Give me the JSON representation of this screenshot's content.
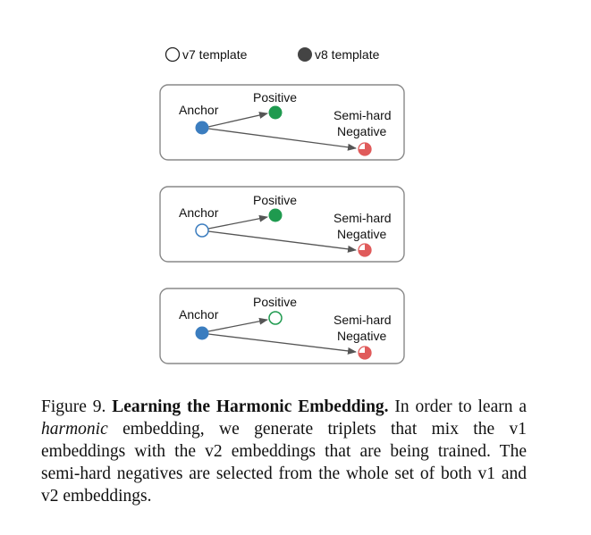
{
  "legend": {
    "v7_label": "v7 template",
    "v8_label": "v8 template"
  },
  "panels": [
    {
      "anchor": "Anchor",
      "anchor_style": "v8",
      "positive": "Positive",
      "positive_style": "v8",
      "negative_line1": "Semi-hard",
      "negative_line2": "Negative"
    },
    {
      "anchor": "Anchor",
      "anchor_style": "v7",
      "positive": "Positive",
      "positive_style": "v8",
      "negative_line1": "Semi-hard",
      "negative_line2": "Negative"
    },
    {
      "anchor": "Anchor",
      "anchor_style": "v8",
      "positive": "Positive",
      "positive_style": "v7",
      "negative_line1": "Semi-hard",
      "negative_line2": "Negative"
    }
  ],
  "colors": {
    "anchor_blue": "#3b7dbf",
    "positive_green": "#1f9a4f",
    "negative_red": "#e05b5b",
    "legend_filled": "#444444",
    "box_border": "#888888",
    "arrow": "#555555"
  },
  "caption": {
    "prefix": "Figure 9. ",
    "bold": "Learning the Harmonic Embedding.",
    "text1": " In order to learn a ",
    "italic": "harmonic",
    "text2": " embedding, we generate triplets that mix the v1 embeddings with the v2 embeddings that are being trained. The semi-hard negatives are selected from the whole set of both v1 and v2 embeddings."
  }
}
